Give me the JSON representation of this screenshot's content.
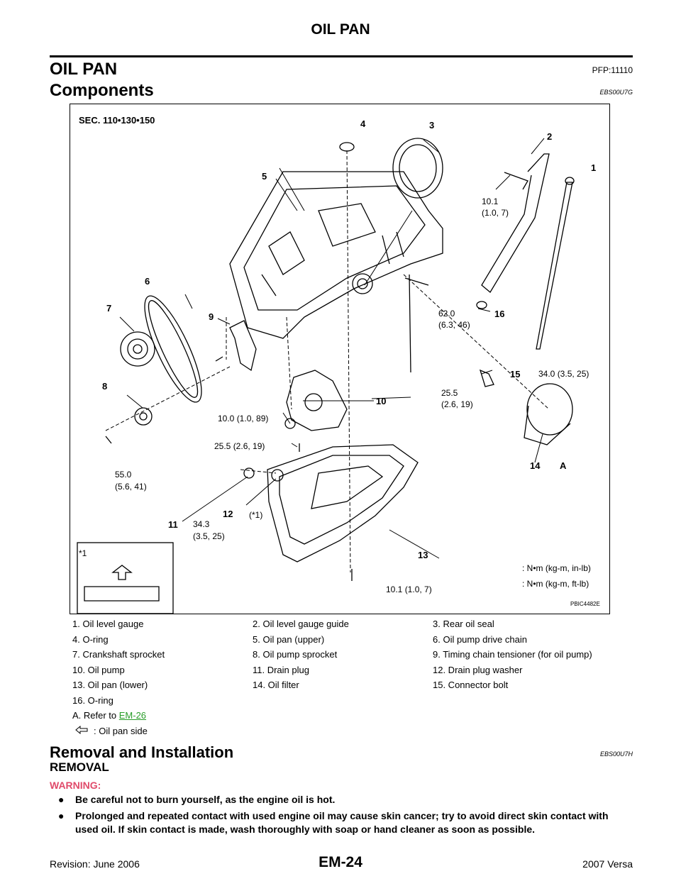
{
  "header": {
    "title": "OIL PAN"
  },
  "section": {
    "title": "OIL PAN",
    "pfp": "PFP:11110"
  },
  "components": {
    "title": "Components",
    "code": "EBS00U7G"
  },
  "diagram": {
    "sec": "SEC. 110•130•150",
    "ref": "PBIC4482E",
    "star1": "*1",
    "torque_labels": {
      "t1": "10.1",
      "t1b": "(1.0, 7)",
      "t2": "62.0",
      "t2b": "(6.3, 46)",
      "t3": "34.0 (3.5, 25)",
      "t4": "25.5",
      "t4b": "(2.6, 19)",
      "t5": "10.0 (1.0, 89)",
      "t6": "25.5 (2.6, 19)",
      "t7": "55.0",
      "t7b": "(5.6, 41)",
      "t8": "34.3",
      "t8b": "(3.5, 25)",
      "t9": "10.1 (1.0, 7)",
      "star_ref": "(*1)"
    },
    "legend": {
      "inlb": ": N•m (kg-m, in-lb)",
      "ftlb": ": N•m (kg-m, ft-lb)"
    },
    "callouts": [
      "1",
      "2",
      "3",
      "4",
      "5",
      "6",
      "7",
      "8",
      "9",
      "10",
      "11",
      "12",
      "13",
      "14",
      "15",
      "16"
    ],
    "callout_a": "A"
  },
  "parts": [
    [
      "1.  Oil level gauge",
      "2.  Oil level gauge guide",
      "3.  Rear oil seal"
    ],
    [
      "4.  O-ring",
      "5.  Oil pan (upper)",
      "6.  Oil pump drive chain"
    ],
    [
      "7.  Crankshaft sprocket",
      "8.  Oil pump sprocket",
      "9.  Timing chain tensioner (for oil pump)"
    ],
    [
      "10.  Oil pump",
      "11.  Drain plug",
      "12.  Drain plug washer"
    ],
    [
      "13.  Oil pan (lower)",
      "14.  Oil filter",
      "15.  Connector bolt"
    ],
    [
      "16.  O-ring",
      "",
      ""
    ]
  ],
  "refer": {
    "prefix": "A.   Refer to ",
    "link": "EM-26"
  },
  "oil_pan_side": ": Oil pan side",
  "removal": {
    "title": "Removal and Installation",
    "code": "EBS00U7H",
    "subtitle": "REMOVAL",
    "warning": "WARNING:",
    "bullets": [
      "Be careful not to burn yourself, as the engine oil is hot.",
      "Prolonged and repeated contact with used engine oil may cause skin cancer; try to avoid direct skin contact with used oil. If skin contact is made, wash thoroughly with soap or hand cleaner as soon as possible."
    ]
  },
  "footer": {
    "revision": "Revision: June 2006",
    "page": "EM-24",
    "model": "2007 Versa"
  }
}
